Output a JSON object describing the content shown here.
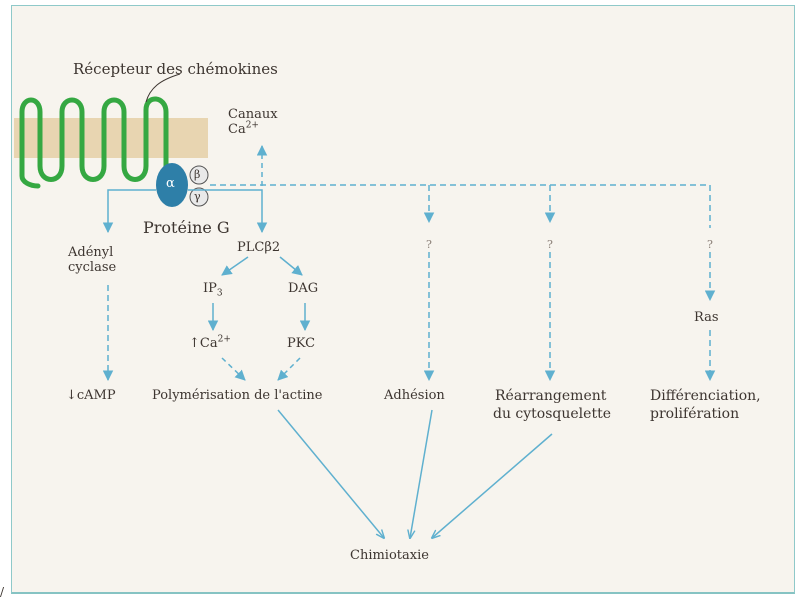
{
  "receptor_label": "Récepteur des chémokines",
  "channel_label_line1": "Canaux",
  "channel_label_line2": "Ca",
  "channel_label_sup": "2+",
  "alpha_symbol": "α",
  "beta_symbol": "β",
  "gamma_symbol": "γ",
  "g_protein_label": "Protéine G",
  "adenyl_line1": "Adényl",
  "adenyl_line2": "cyclase",
  "plc_label": "PLCβ2",
  "ip3_main": "IP",
  "ip3_sub": "3",
  "dag_label": "DAG",
  "ca_up_main": "↑Ca",
  "ca_up_sup": "2+",
  "pkc_label": "PKC",
  "ras_label": "Ras",
  "question_mark": "?",
  "camp_label": "↓cAMP",
  "actin_label": "Polymérisation de l'actine",
  "adhesion_label": "Adhésion",
  "cyto_line1": "Réarrangement",
  "cyto_line2": "du cytosquelette",
  "diff_line1": "Différenciation,",
  "diff_line2": "prolifération",
  "chemotaxis_label": "Chimiotaxie",
  "corner_mark": "/",
  "colors": {
    "membrane": "#e6d2aa",
    "receptor": "#35a842",
    "alpha": "#2e7fa8",
    "arrow": "#5fb0cf",
    "panel_border": "#8fc9c9"
  }
}
